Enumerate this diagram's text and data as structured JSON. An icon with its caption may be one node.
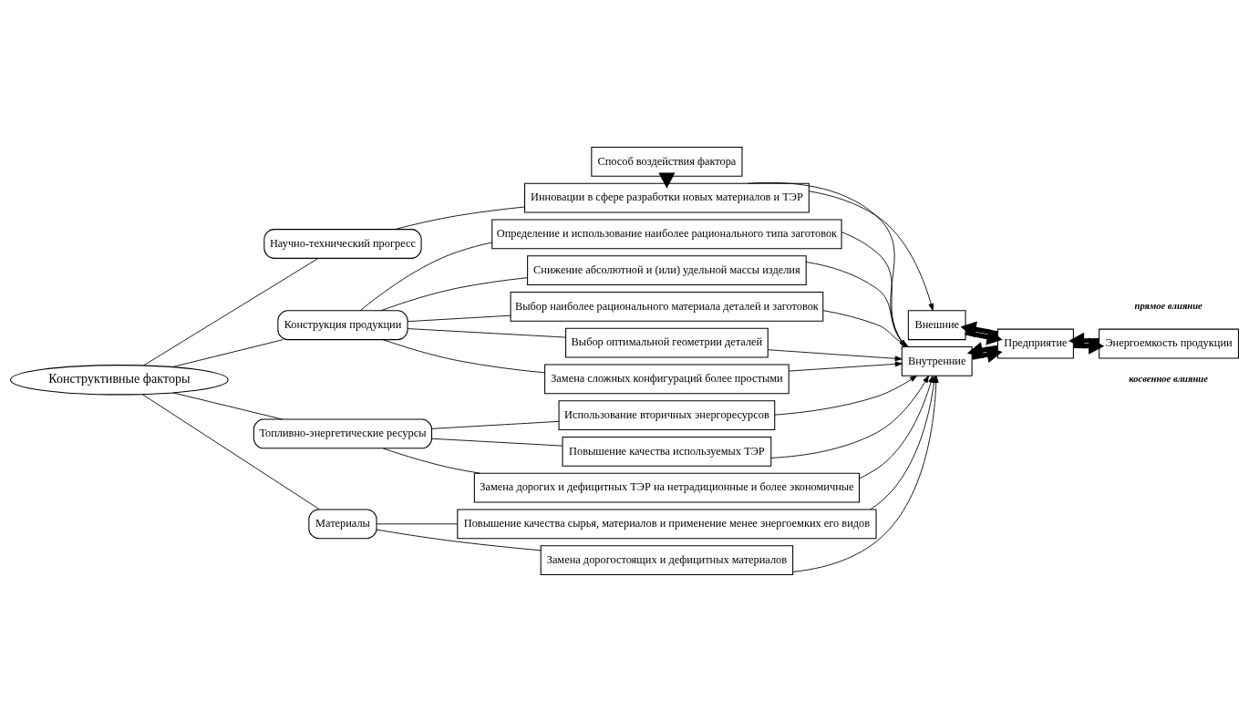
{
  "diagram": {
    "nodes": [
      {
        "text": [
          "Конструктивные факторы"
        ]
      },
      {
        "text": [
          "Научно-технический прогресс"
        ]
      },
      {
        "text": [
          "Конструкция продукции"
        ]
      },
      {
        "text": [
          "Топливно-энергетические ресурсы"
        ]
      },
      {
        "text": [
          "Материалы"
        ]
      },
      {
        "text": [
          "Способ воздействия фактора"
        ]
      },
      {
        "text": [
          "Инновации в сфере разработки новых материалов и ТЭР"
        ]
      },
      {
        "text": [
          "Определение и использование наиболее рационального типа заготовок"
        ]
      },
      {
        "text": [
          "Снижение абсолютной и (или) удельной массы изделия"
        ]
      },
      {
        "text": [
          "Выбор наиболее рационального материала деталей и заготовок"
        ]
      },
      {
        "text": [
          "Выбор оптимальной геометрии деталей"
        ]
      },
      {
        "text": [
          "Замена сложных конфигураций более простыми"
        ]
      },
      {
        "text": [
          "Повышение качества используемых ТЭР"
        ]
      },
      {
        "text": [
          "Замена дорогих и дефицитных ТЭР на нетрадиционные и более экономичные"
        ]
      },
      {
        "text": [
          "Использование вторичных энергоресурсов"
        ]
      },
      {
        "text": [
          "Повышение качества сырья, материалов и применение менее энергоемких его видов"
        ]
      },
      {
        "text": [
          "Замена дорогостоящих и дефицитных материалов"
        ]
      },
      {
        "text": [
          "Внутренние"
        ]
      },
      {
        "text": [
          "Внешние"
        ]
      },
      {
        "text": [
          "Предприятие"
        ]
      },
      {
        "text": [
          "Энергоемкость продукции"
        ]
      }
    ],
    "edges": [
      {
        "from": 0,
        "to": 1,
        "arrow": "none"
      },
      {
        "from": 0,
        "to": 2,
        "arrow": "none"
      },
      {
        "from": 0,
        "to": 3,
        "arrow": "none"
      },
      {
        "from": 0,
        "to": 4,
        "arrow": "none"
      },
      {
        "from": 1,
        "to": 6,
        "arrow": "none"
      },
      {
        "from": 2,
        "to": 7,
        "arrow": "none"
      },
      {
        "from": 2,
        "to": 8,
        "arrow": "none"
      },
      {
        "from": 2,
        "to": 9,
        "arrow": "none"
      },
      {
        "from": 2,
        "to": 10,
        "arrow": "none"
      },
      {
        "from": 2,
        "to": 11,
        "arrow": "none"
      },
      {
        "from": 3,
        "to": 12,
        "arrow": "none"
      },
      {
        "from": 3,
        "to": 13,
        "arrow": "none"
      },
      {
        "from": 3,
        "to": 14,
        "arrow": "none"
      },
      {
        "from": 4,
        "to": 15,
        "arrow": "none"
      },
      {
        "from": 4,
        "to": 16,
        "arrow": "none"
      },
      {
        "from": 5,
        "to": 6,
        "arrow": "to",
        "style": "thick"
      },
      {
        "from": 6,
        "to": 17,
        "arrow": "to"
      },
      {
        "from": 6,
        "to": 18,
        "arrow": "to"
      },
      {
        "from": 7,
        "to": 17,
        "arrow": "to"
      },
      {
        "from": 8,
        "to": 17,
        "arrow": "to"
      },
      {
        "from": 9,
        "to": 17,
        "arrow": "to"
      },
      {
        "from": 10,
        "to": 17,
        "arrow": "to"
      },
      {
        "from": 11,
        "to": 17,
        "arrow": "to"
      },
      {
        "from": 12,
        "to": 17,
        "arrow": "to"
      },
      {
        "from": 13,
        "to": 17,
        "arrow": "to"
      },
      {
        "from": 14,
        "to": 17,
        "arrow": "to"
      },
      {
        "from": 15,
        "to": 17,
        "arrow": "to"
      },
      {
        "from": 16,
        "to": 17,
        "arrow": "to"
      },
      {
        "from": 17,
        "to": 19,
        "arrow": "to",
        "style": "thick"
      },
      {
        "from": 19,
        "to": 17,
        "arrow": "to",
        "style": "thick"
      },
      {
        "from": 18,
        "to": 19,
        "arrow": "to",
        "style": "thick"
      },
      {
        "from": 19,
        "to": 18,
        "arrow": "to",
        "style": "thick"
      },
      {
        "from": 19,
        "to": 20,
        "arrow": "to",
        "style": "thick"
      },
      {
        "from": 20,
        "to": 19,
        "arrow": "to",
        "style": "thick"
      }
    ],
    "labels": [
      "прямое влияние",
      "косвенное влияние"
    ]
  }
}
